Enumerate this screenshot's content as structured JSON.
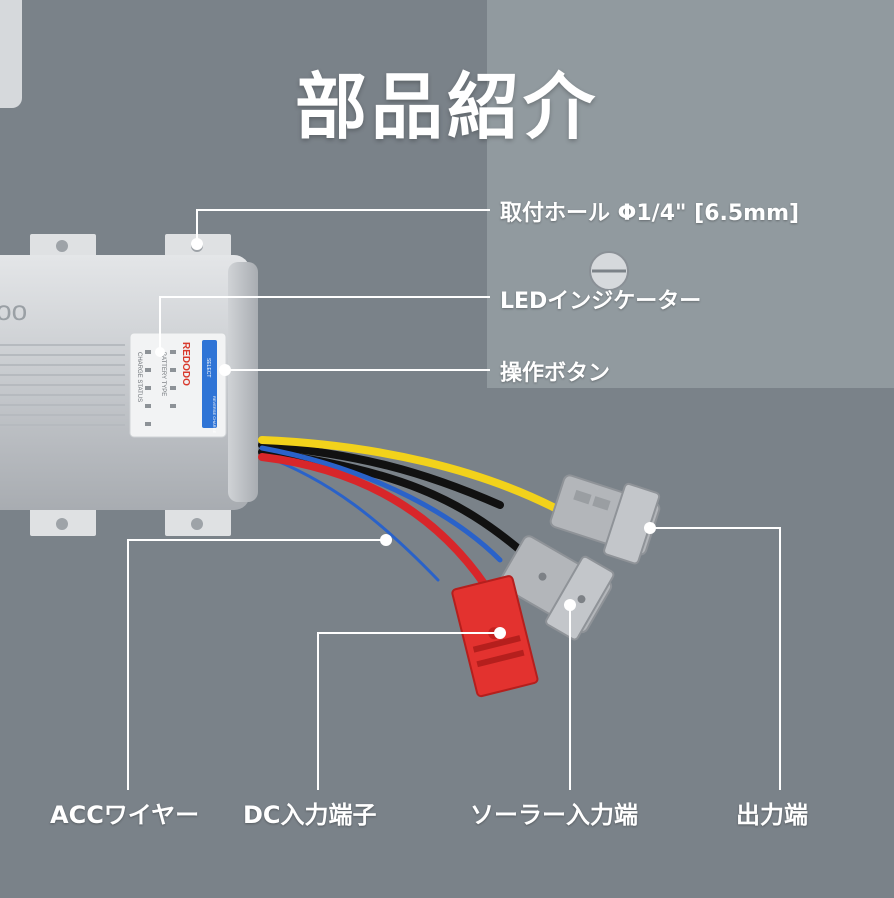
{
  "title": "部品紹介",
  "brand": "REDODO",
  "panel": {
    "charge_status": "CHARGE STATUS",
    "battery_type": "BATTERY TYPE",
    "select_button": "SELECT",
    "reverse_charge": "REVERSE CHARGE"
  },
  "callouts": {
    "mounting_hole": "取付ホール Φ1/4\" [6.5mm]",
    "led_indicator": "LEDインジケーター",
    "operation_button": "操作ボタン",
    "acc_wire": "ACCワイヤー",
    "dc_input": "DC入力端子",
    "solar_input": "ソーラー入力端",
    "output": "出力端"
  },
  "colors": {
    "background": "#7a8289",
    "wall_panel": "#9aa1a7",
    "housing": "#c9ccd0",
    "wire_yellow": "#f2d21b",
    "wire_red": "#d8262a",
    "wire_blue": "#2a62c9",
    "wire_black": "#111111",
    "connector_red": "#e3322f",
    "connector_gray": "#b3b6ba",
    "accent_blue": "#2f74d6"
  }
}
